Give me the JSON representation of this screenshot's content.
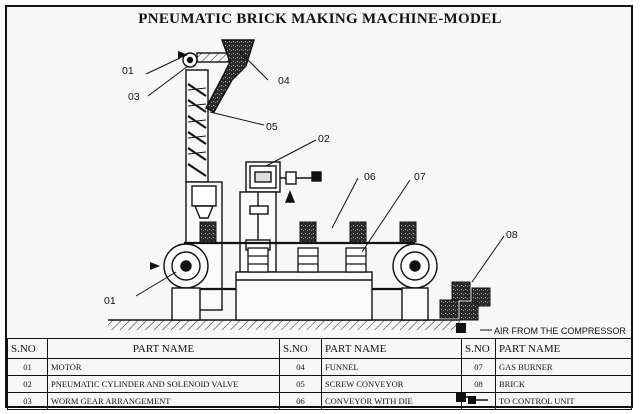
{
  "title": "PNEUMATIC BRICK MAKING MACHINE-MODEL",
  "callouts": [
    "01",
    "03",
    "04",
    "05",
    "02",
    "06",
    "07",
    "08",
    "01"
  ],
  "compressor_note": "AIR FROM THE COMPRESSOR",
  "table": {
    "headers": [
      "S.NO",
      "PART NAME",
      "S.NO",
      "PART NAME",
      "S.NO",
      "PART NAME"
    ],
    "rows": [
      [
        "01",
        "MOTOR",
        "04",
        "FUNNEL",
        "07",
        "GAS BURNER"
      ],
      [
        "02",
        "PNEUMATIC CYLINDER AND SOLENOID VALVE",
        "05",
        "SCREW CONVEYOR",
        "08",
        "BRICK"
      ],
      [
        "03",
        "WORM GEAR ARRANGEMENT",
        "06",
        "CONVEYOR WITH DIE",
        "",
        "TO CONTROL UNIT"
      ]
    ]
  }
}
